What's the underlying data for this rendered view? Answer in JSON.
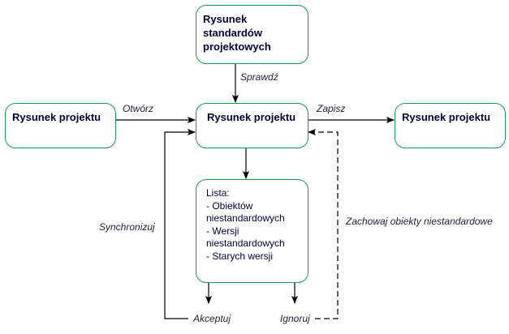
{
  "nodes": {
    "standards": {
      "title": "Rysunek\nstandardów\nprojektowych"
    },
    "source": {
      "title": "Rysunek projektu"
    },
    "current": {
      "title": "Rysunek projektu"
    },
    "saved": {
      "title": "Rysunek projektu"
    },
    "list": {
      "heading": "Lista:",
      "lines": [
        "- Obiektów",
        "niestandardowych",
        "- Wersji",
        "niestandardowych",
        "- Starych wersji"
      ]
    }
  },
  "edges": {
    "check": "Sprawdź",
    "open": "Otwórz",
    "save": "Zapisz",
    "synchronize": "Synchronizuj",
    "keep_nonstandard": "Zachowaj obiekty niestandardowe",
    "accept": "Akceptuj",
    "ignore": "Ignoruj"
  },
  "colors": {
    "node_border": "#1a9850",
    "line": "#000000",
    "text": "#000033"
  }
}
